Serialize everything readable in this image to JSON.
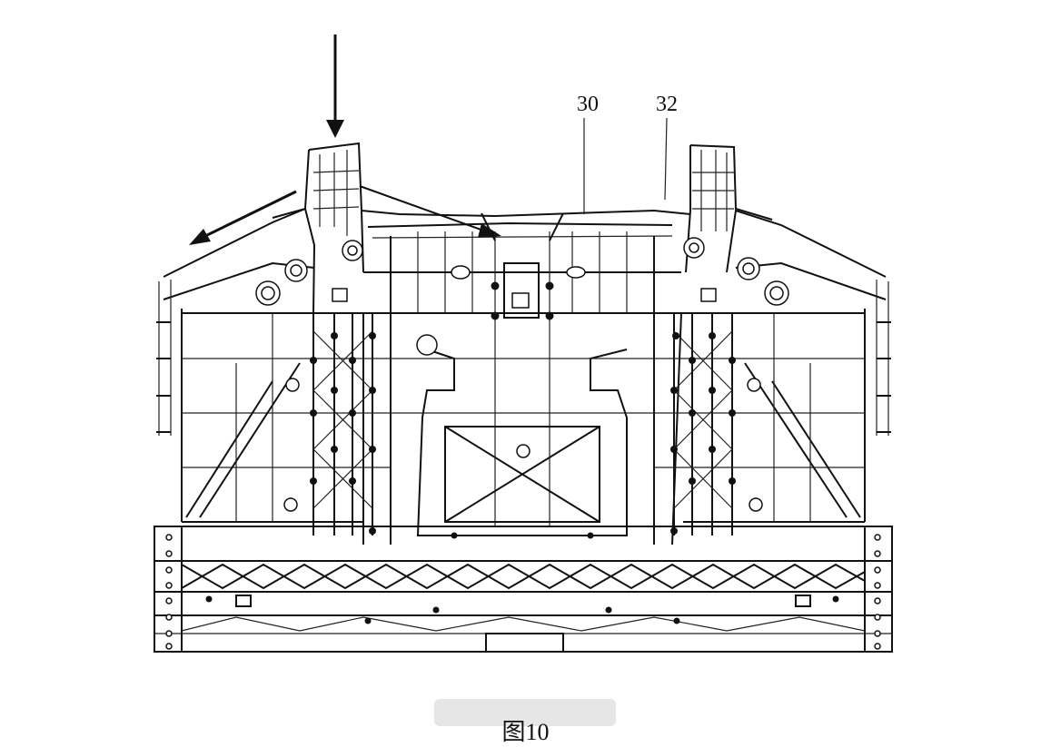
{
  "figure": {
    "caption": "图10",
    "labels": [
      "30",
      "32"
    ]
  }
}
